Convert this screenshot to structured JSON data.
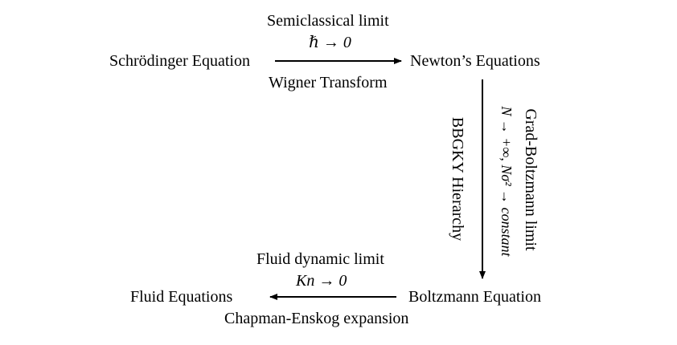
{
  "nodes": {
    "schrodinger": "Schrödinger Equation",
    "newton": "Newton’s Equations",
    "boltzmann": "Boltzmann Equation",
    "fluid": "Fluid Equations"
  },
  "edges": {
    "top": {
      "label_above": "Semiclassical limit",
      "math_above": "ℏ → 0",
      "label_below": "Wigner Transform"
    },
    "right": {
      "label_outer": "Grad-Boltzmann limit",
      "math_outer": "N → +∞, Nσ² → constant",
      "label_inner": "BBGKY Hierarchy"
    },
    "bottom": {
      "label_above": "Fluid dynamic limit",
      "math_above": "Kn → 0",
      "label_below": "Chapman-Enskog expansion"
    }
  },
  "colors": {
    "ink": "#000000",
    "background": "#ffffff"
  }
}
